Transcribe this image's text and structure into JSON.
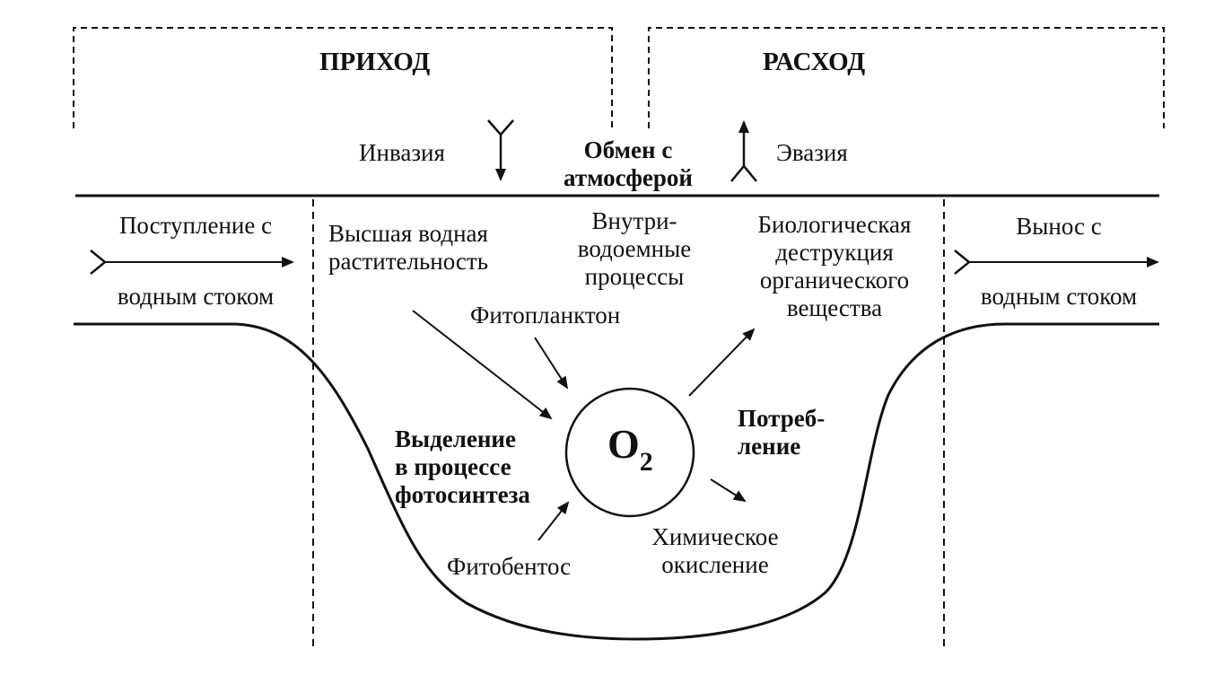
{
  "colors": {
    "ink": "#111111",
    "background": "#ffffff"
  },
  "header": {
    "income_title": "ПРИХОД",
    "outcome_title": "РАСХОД"
  },
  "atmosphere": {
    "invasion": "Инвазия",
    "exchange_line1": "Обмен с",
    "exchange_line2": "атмосферой",
    "evasion": "Эвазия"
  },
  "left_flow": {
    "line1": "Поступление с",
    "line2": "водным стоком"
  },
  "right_flow": {
    "line1": "Вынос с",
    "line2": "водным стоком"
  },
  "processes": {
    "higher_plants_line1": "Высшая водная",
    "higher_plants_line2": "растительность",
    "internal_line1": "Внутри-",
    "internal_line2": "водоемные",
    "internal_line3": "процессы",
    "bio_destruction_line1": "Биологическая",
    "bio_destruction_line2": "деструкция",
    "bio_destruction_line3": "органического",
    "bio_destruction_line4": "вещества",
    "phytoplankton": "Фитопланктон",
    "release_line1": "Выделение",
    "release_line2": "в процессе",
    "release_line3": "фотосинтеза",
    "consumption_line1": "Потреб-",
    "consumption_line2": "ление",
    "phytobenthos": "Фитобентос",
    "chem_oxidation_line1": "Химическое",
    "chem_oxidation_line2": "окисление"
  },
  "center": {
    "o_letter": "O",
    "subscript": "2"
  }
}
